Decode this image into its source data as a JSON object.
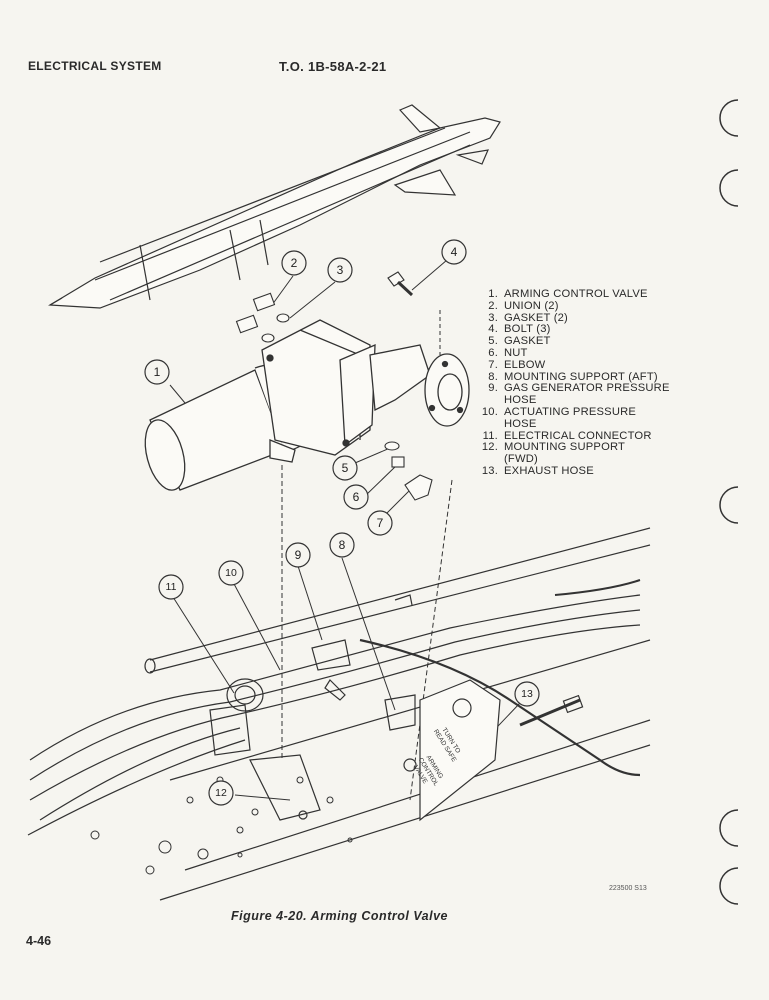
{
  "header": {
    "left": "ELECTRICAL SYSTEM",
    "center": "T.O. 1B-58A-2-21"
  },
  "legend": [
    {
      "num": "1.",
      "label": "ARMING CONTROL VALVE"
    },
    {
      "num": "2.",
      "label": "UNION (2)"
    },
    {
      "num": "3.",
      "label": "GASKET (2)"
    },
    {
      "num": "4.",
      "label": "BOLT (3)"
    },
    {
      "num": "5.",
      "label": "GASKET"
    },
    {
      "num": "6.",
      "label": "NUT"
    },
    {
      "num": "7.",
      "label": "ELBOW"
    },
    {
      "num": "8.",
      "label": "MOUNTING SUPPORT (AFT)"
    },
    {
      "num": "9.",
      "label": "GAS GENERATOR PRESSURE"
    },
    {
      "num": "",
      "label": "HOSE"
    },
    {
      "num": "10.",
      "label": "ACTUATING PRESSURE"
    },
    {
      "num": "",
      "label": "HOSE"
    },
    {
      "num": "11.",
      "label": "ELECTRICAL CONNECTOR"
    },
    {
      "num": "12.",
      "label": "MOUNTING SUPPORT"
    },
    {
      "num": "",
      "label": "(FWD)"
    },
    {
      "num": "13.",
      "label": "EXHAUST HOSE"
    }
  ],
  "callouts": [
    "1",
    "2",
    "3",
    "4",
    "5",
    "6",
    "7",
    "8",
    "9",
    "10",
    "11",
    "12",
    "13"
  ],
  "placard": {
    "line1": "TURN TO",
    "line2": "READ SAFE",
    "line3": "ARMING",
    "line4": "CONTROL",
    "line5": "VALVE"
  },
  "drawing_code": "223500 S13",
  "caption": "Figure 4-20.  Arming Control Valve",
  "page_number": "4-46",
  "colors": {
    "paper": "#f6f5f0",
    "ink": "#2a2a2a"
  }
}
